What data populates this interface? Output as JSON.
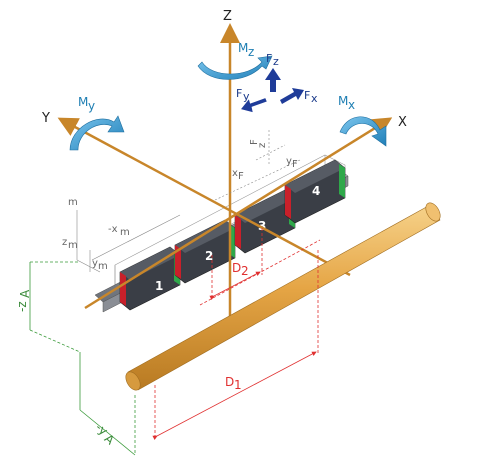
{
  "axes": {
    "z": "Z",
    "y": "Y",
    "x": "X"
  },
  "moments": {
    "mz_main": "M",
    "mz_sub": "z",
    "my_main": "M",
    "my_sub": "y",
    "mx_main": "M",
    "mx_sub": "x"
  },
  "forces": {
    "fz_main": "F",
    "fz_sub": "z",
    "fy_main": "F",
    "fy_sub": "y",
    "fx_main": "F",
    "fx_sub": "x"
  },
  "dimensions": {
    "zf_main": "z",
    "zf_sub": "F",
    "yf_main": "y",
    "yf_sub": "F",
    "xf_main": "x",
    "xf_sub": "F",
    "xm": "-x",
    "xm_sub": "m",
    "m_label": "m",
    "zm_main": "z",
    "zm_sub": "m",
    "ym_main": "y",
    "ym_sub": "m"
  },
  "red_dims": {
    "d2_main": "D",
    "d2_sub": "2",
    "d1_main": "D",
    "d1_sub": "1"
  },
  "green_dims": {
    "za_main": "-z",
    "za_sub": "A",
    "ya_main": "-y",
    "ya_sub": "A"
  },
  "carriages": [
    "1",
    "2",
    "3",
    "4"
  ],
  "colors": {
    "moment_arrow": "#2a8fcf",
    "force_arrow": "#1f3c99",
    "rod": "#e5a545",
    "carriage": "#3a3e46",
    "seal_red": "#c8202a",
    "seal_green": "#2fa84a",
    "dim_red": "#e03030",
    "dim_green": "#3a9a3a"
  }
}
